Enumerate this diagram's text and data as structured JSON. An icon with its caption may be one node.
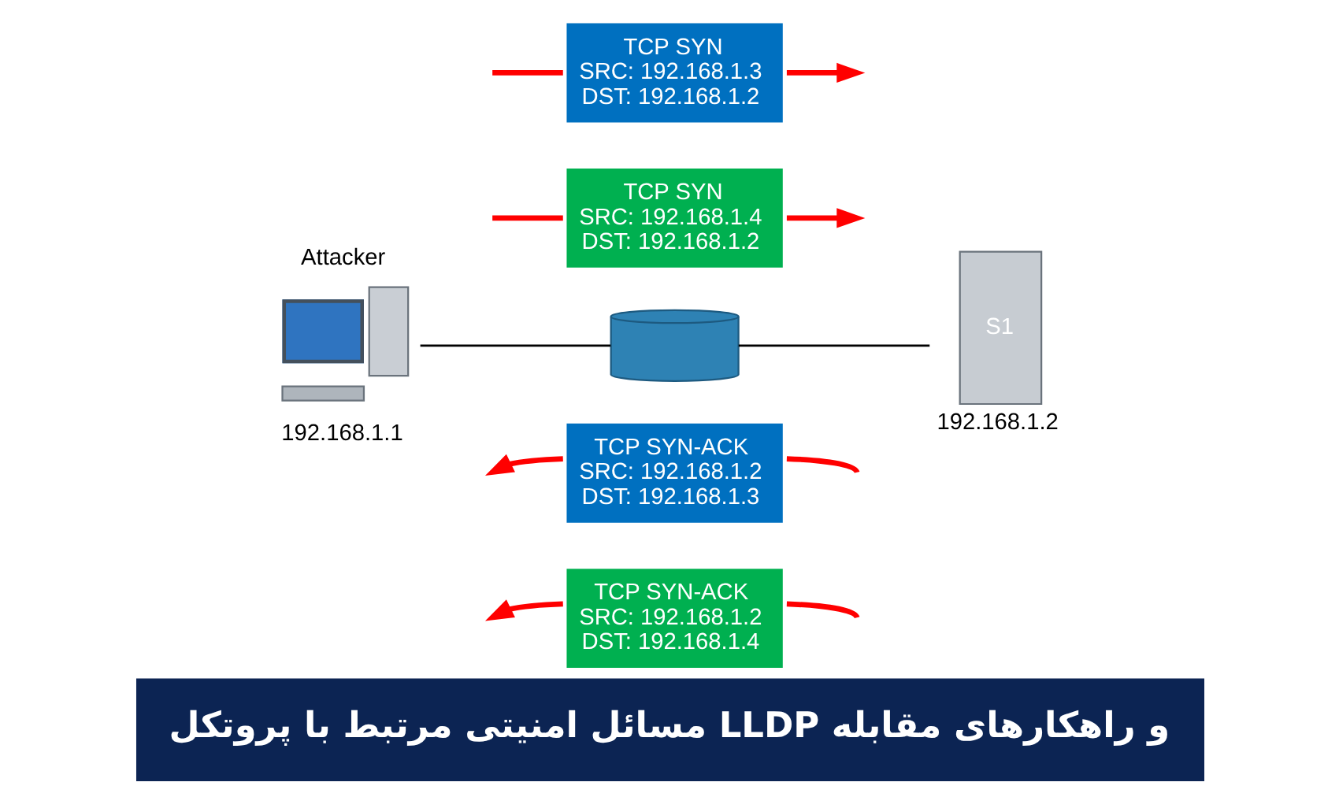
{
  "diagram": {
    "title": "مسائل امنیتی مرتبط با پروتکل LLDP و راهکارهای مقابله",
    "nodes": [
      {
        "text": [
          "TCP SYN",
          "SRC: 192.168.1.3",
          "DST: 192.168.1.2"
        ]
      },
      {
        "text": [
          "TCP SYN",
          "SRC: 192.168.1.4",
          "DST: 192.168.1.2"
        ]
      },
      {
        "text": [],
        "shape": "picture",
        "beside": [
          "Attacker",
          "192.168.1.1"
        ]
      },
      {
        "text": [],
        "shape": "picture"
      },
      {
        "text": [
          "S1"
        ],
        "beside": [
          "192.168.1.2"
        ]
      },
      {
        "text": [
          "TCP SYN-ACK",
          "SRC: 192.168.1.2",
          "DST: 192.168.1.3"
        ]
      },
      {
        "text": [
          "TCP SYN-ACK",
          "SRC: 192.168.1.2",
          "DST: 192.168.1.4"
        ]
      }
    ],
    "edges": [
      {
        "from": 2,
        "to": 3,
        "arrow": "none",
        "color": "#000000"
      },
      {
        "from": 3,
        "to": 4,
        "arrow": "none",
        "color": "#000000"
      },
      {
        "from": null,
        "to": 0,
        "arrow": "none",
        "color": "#ff0000"
      },
      {
        "from": 0,
        "to": null,
        "arrow": "to",
        "color": "#ff0000"
      },
      {
        "from": null,
        "to": 1,
        "arrow": "none",
        "color": "#ff0000"
      },
      {
        "from": 1,
        "to": null,
        "arrow": "to",
        "color": "#ff0000"
      },
      {
        "from": null,
        "to": 5,
        "arrow": "none",
        "color": "#ff0000"
      },
      {
        "from": 5,
        "to": null,
        "arrow": "to",
        "color": "#ff0000"
      },
      {
        "from": null,
        "to": 6,
        "arrow": "none",
        "color": "#ff0000"
      },
      {
        "from": 6,
        "to": null,
        "arrow": "to",
        "color": "#ff0000"
      }
    ]
  }
}
